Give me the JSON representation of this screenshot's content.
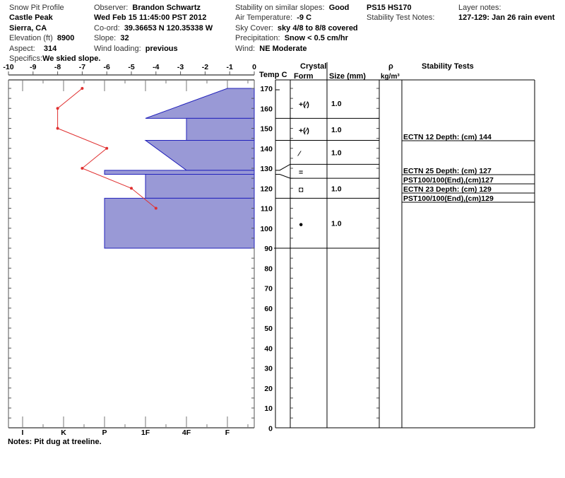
{
  "header": {
    "title": "Snow Pit Profile",
    "location": "Castle Peak",
    "region": "Sierra, CA",
    "elevation_label": "Elevation (ft)",
    "elevation": "8900",
    "aspect_label": "Aspect:",
    "aspect": "314",
    "specifics_label": "Specifics:",
    "specifics": "We skied slope.",
    "observer_label": "Observer:",
    "observer": "Brandon Schwartz",
    "datetime": "Wed Feb 15 11:45:00 PST 2012",
    "coord_label": "Co-ord:",
    "coord": "39.36653 N 120.35338 W",
    "slope_label": "Slope:",
    "slope": "32",
    "wind_loading_label": "Wind loading:",
    "wind_loading": "previous",
    "stability_label": "Stability on similar slopes:",
    "stability": "Good",
    "air_temp_label": "Air Temperature:",
    "air_temp": "-9 C",
    "sky_label": "Sky Cover:",
    "sky": "sky 4/8 to 8/8 covered",
    "precip_label": "Precipitation:",
    "precip": "Snow < 0.5 cm/hr",
    "wind_label": "Wind:",
    "wind": "NE Moderate",
    "ps_hs": "PS15 HS170",
    "stability_notes_label": "Stability Test Notes:",
    "layer_notes_label": "Layer notes:",
    "layer_notes": "127-129: Jan 26 rain event"
  },
  "notes": "Notes:  Pit dug at treeline.",
  "table_headers": {
    "temp": "Temp C",
    "crystal": "Crystal",
    "form": "Form",
    "size": "Size (mm)",
    "rho": "ρ",
    "density_unit": "kg/m³",
    "stability_tests": "Stability Tests"
  },
  "colors": {
    "hardness_fill": "#9999d6",
    "hardness_stroke": "#2222bb",
    "temp_line": "#e03030"
  },
  "chart_data": {
    "type": "snow-profile",
    "temperature": {
      "xlabel": "Temp C",
      "xlim": [
        -10,
        0
      ],
      "ticks": [
        "-10",
        "-9",
        "-8",
        "-7",
        "-6",
        "-5",
        "-4",
        "-3",
        "-2",
        "-1",
        "0"
      ],
      "points": [
        {
          "height": 170,
          "temp": -7
        },
        {
          "height": 160,
          "temp": -8
        },
        {
          "height": 150,
          "temp": -8
        },
        {
          "height": 140,
          "temp": -6
        },
        {
          "height": 130,
          "temp": -7
        },
        {
          "height": 120,
          "temp": -5
        },
        {
          "height": 110,
          "temp": -4
        }
      ]
    },
    "height_axis": {
      "ylim": [
        0,
        170
      ],
      "ticks": [
        "170",
        "160",
        "150",
        "140",
        "130",
        "120",
        "110",
        "100",
        "90",
        "80",
        "70",
        "60",
        "50",
        "40",
        "30",
        "20",
        "10",
        "0"
      ]
    },
    "hardness_scale": [
      "I",
      "K",
      "P",
      "1F",
      "4F",
      "F"
    ],
    "hardness_layers": [
      {
        "top": 170,
        "bottom": 155,
        "hardness_top": "F",
        "hardness_bottom": "1F"
      },
      {
        "top": 155,
        "bottom": 144,
        "hardness_top": "4F",
        "hardness_bottom": "4F"
      },
      {
        "top": 144,
        "bottom": 129,
        "hardness_top": "1F",
        "hardness_bottom": "4F"
      },
      {
        "top": 129,
        "bottom": 127,
        "hardness_top": "P",
        "hardness_bottom": "P"
      },
      {
        "top": 127,
        "bottom": 115,
        "hardness_top": "1F",
        "hardness_bottom": "1F"
      },
      {
        "top": 115,
        "bottom": 90,
        "hardness_top": "P",
        "hardness_bottom": "P"
      }
    ],
    "crystal_layers": [
      {
        "top": 170,
        "bottom": 155,
        "form": "+(⁄)",
        "size": "1.0"
      },
      {
        "top": 155,
        "bottom": 144,
        "form": "+(⁄)",
        "size": "1.0"
      },
      {
        "top": 144,
        "bottom": 132,
        "form": "⁄",
        "size": "1.0"
      },
      {
        "top": 132,
        "bottom": 125,
        "form": "=",
        "size": ""
      },
      {
        "top": 125,
        "bottom": 115,
        "form": "◘",
        "size": "1.0"
      },
      {
        "top": 115,
        "bottom": 90,
        "form": "●",
        "size": "1.0"
      }
    ],
    "stability_tests": [
      {
        "text": "ECTN 12   Depth: (cm) 144"
      },
      {
        "text": "ECTN 25   Depth: (cm) 127"
      },
      {
        "text": "PST100/100(End),(cm)127"
      },
      {
        "text": "ECTN 23   Depth: (cm) 129"
      },
      {
        "text": "PST100/100(End),(cm)129"
      }
    ]
  }
}
